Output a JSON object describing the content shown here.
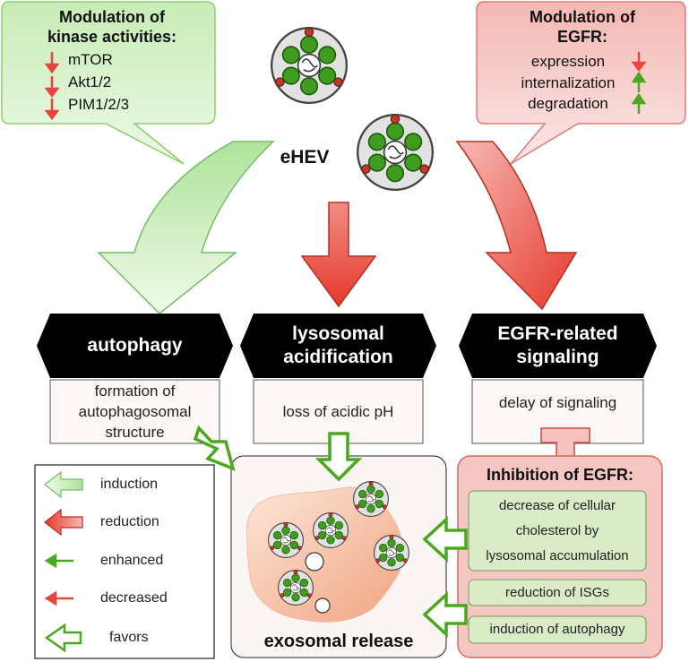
{
  "kinase_callout": {
    "title_line1": "Modulation of",
    "title_line2": "kinase activities:",
    "items": [
      "mTOR",
      "Akt1/2",
      "PIM1/2/3"
    ]
  },
  "egfr_callout": {
    "title_line1": "Modulation of",
    "title_line2": "EGFR:",
    "items": [
      "expression",
      "internalization",
      "degradation"
    ]
  },
  "center_label": "eHEV",
  "pathways": [
    {
      "title_line1": "autophagy",
      "title_line2": "",
      "effect_lines": [
        "formation of",
        "autophagosomal",
        "structure"
      ]
    },
    {
      "title_line1": "lysosomal",
      "title_line2": "acidification",
      "effect_lines": [
        "loss of acidic pH"
      ]
    },
    {
      "title_line1": "EGFR-related",
      "title_line2": "signaling",
      "effect_lines": [
        "delay of signaling"
      ]
    }
  ],
  "inhibition": {
    "title": "Inhibition of EGFR:",
    "items": [
      {
        "lines": [
          "decrease of cellular",
          "cholesterol by",
          "lysosomal accumulation"
        ]
      },
      {
        "lines": [
          "reduction of ISGs"
        ]
      },
      {
        "lines": [
          "induction of autophagy"
        ]
      }
    ]
  },
  "exosome_label": "exosomal release",
  "legend": {
    "items": [
      {
        "label": "induction",
        "icon": "induction-arrow-icon"
      },
      {
        "label": "reduction",
        "icon": "reduction-arrow-icon"
      },
      {
        "label": "enhanced",
        "icon": "enhanced-arrow-icon"
      },
      {
        "label": "decreased",
        "icon": "decreased-arrow-icon"
      },
      {
        "label": "favors",
        "icon": "favors-arrow-icon"
      }
    ]
  },
  "colors": {
    "green_fill": "#d6f0c8",
    "green_border": "#8bcf6b",
    "red_fill": "#f8d6d6",
    "red_border": "#e07a7a",
    "arrow_red": "#e8463a",
    "arrow_green": "#4aa81e",
    "hex_black": "#000000"
  }
}
